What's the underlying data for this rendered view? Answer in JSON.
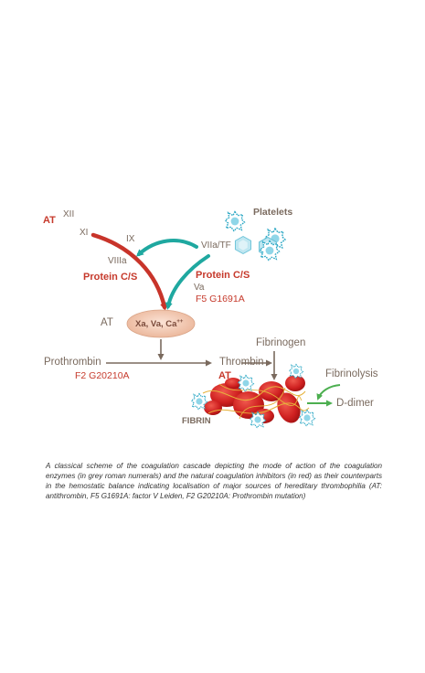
{
  "diagram": {
    "labels": {
      "at_top": "AT",
      "xii": "XII",
      "xi": "XI",
      "ix": "IX",
      "viiia": "VIIIa",
      "protein_cs_left": "Protein C/S",
      "platelets": "Platelets",
      "viia_tf": "VIIa/TF",
      "protein_cs_right": "Protein C/S",
      "va": "Va",
      "f5": "F5 G1691A",
      "at_mid": "AT",
      "complex": "Xa, Va, Ca",
      "complex_sup": "++",
      "prothrombin": "Prothrombin",
      "f2": "F2 G20210A",
      "thrombin": "Thrombin",
      "at_thrombin": "AT",
      "fibrinogen": "Fibrinogen",
      "fibrinolysis": "Fibrinolysis",
      "d_dimer": "D-dimer",
      "fibrin": "FIBRIN"
    },
    "colors": {
      "enzyme_text": "#7a6a5e",
      "inhibitor_red": "#c63a2c",
      "teal_arrow": "#1fa8a0",
      "red_arrow": "#c8342a",
      "green_arrow": "#4caf50",
      "complex_fill": "#f2c9b4",
      "platelet_blue": "#7fd0e4"
    }
  },
  "caption": "A classical scheme of the coagulation cascade depicting the mode of action of the coagulation enzymes (in grey roman numerals) and the natural coagulation inhibitors (in red) as their counterparts in the hemostatic balance indicating localisation of major sources of hereditary thrombophilia (AT: antithrombin, F5 G1691A: factor V Leiden, F2 G20210A: Prothrombin mutation)"
}
